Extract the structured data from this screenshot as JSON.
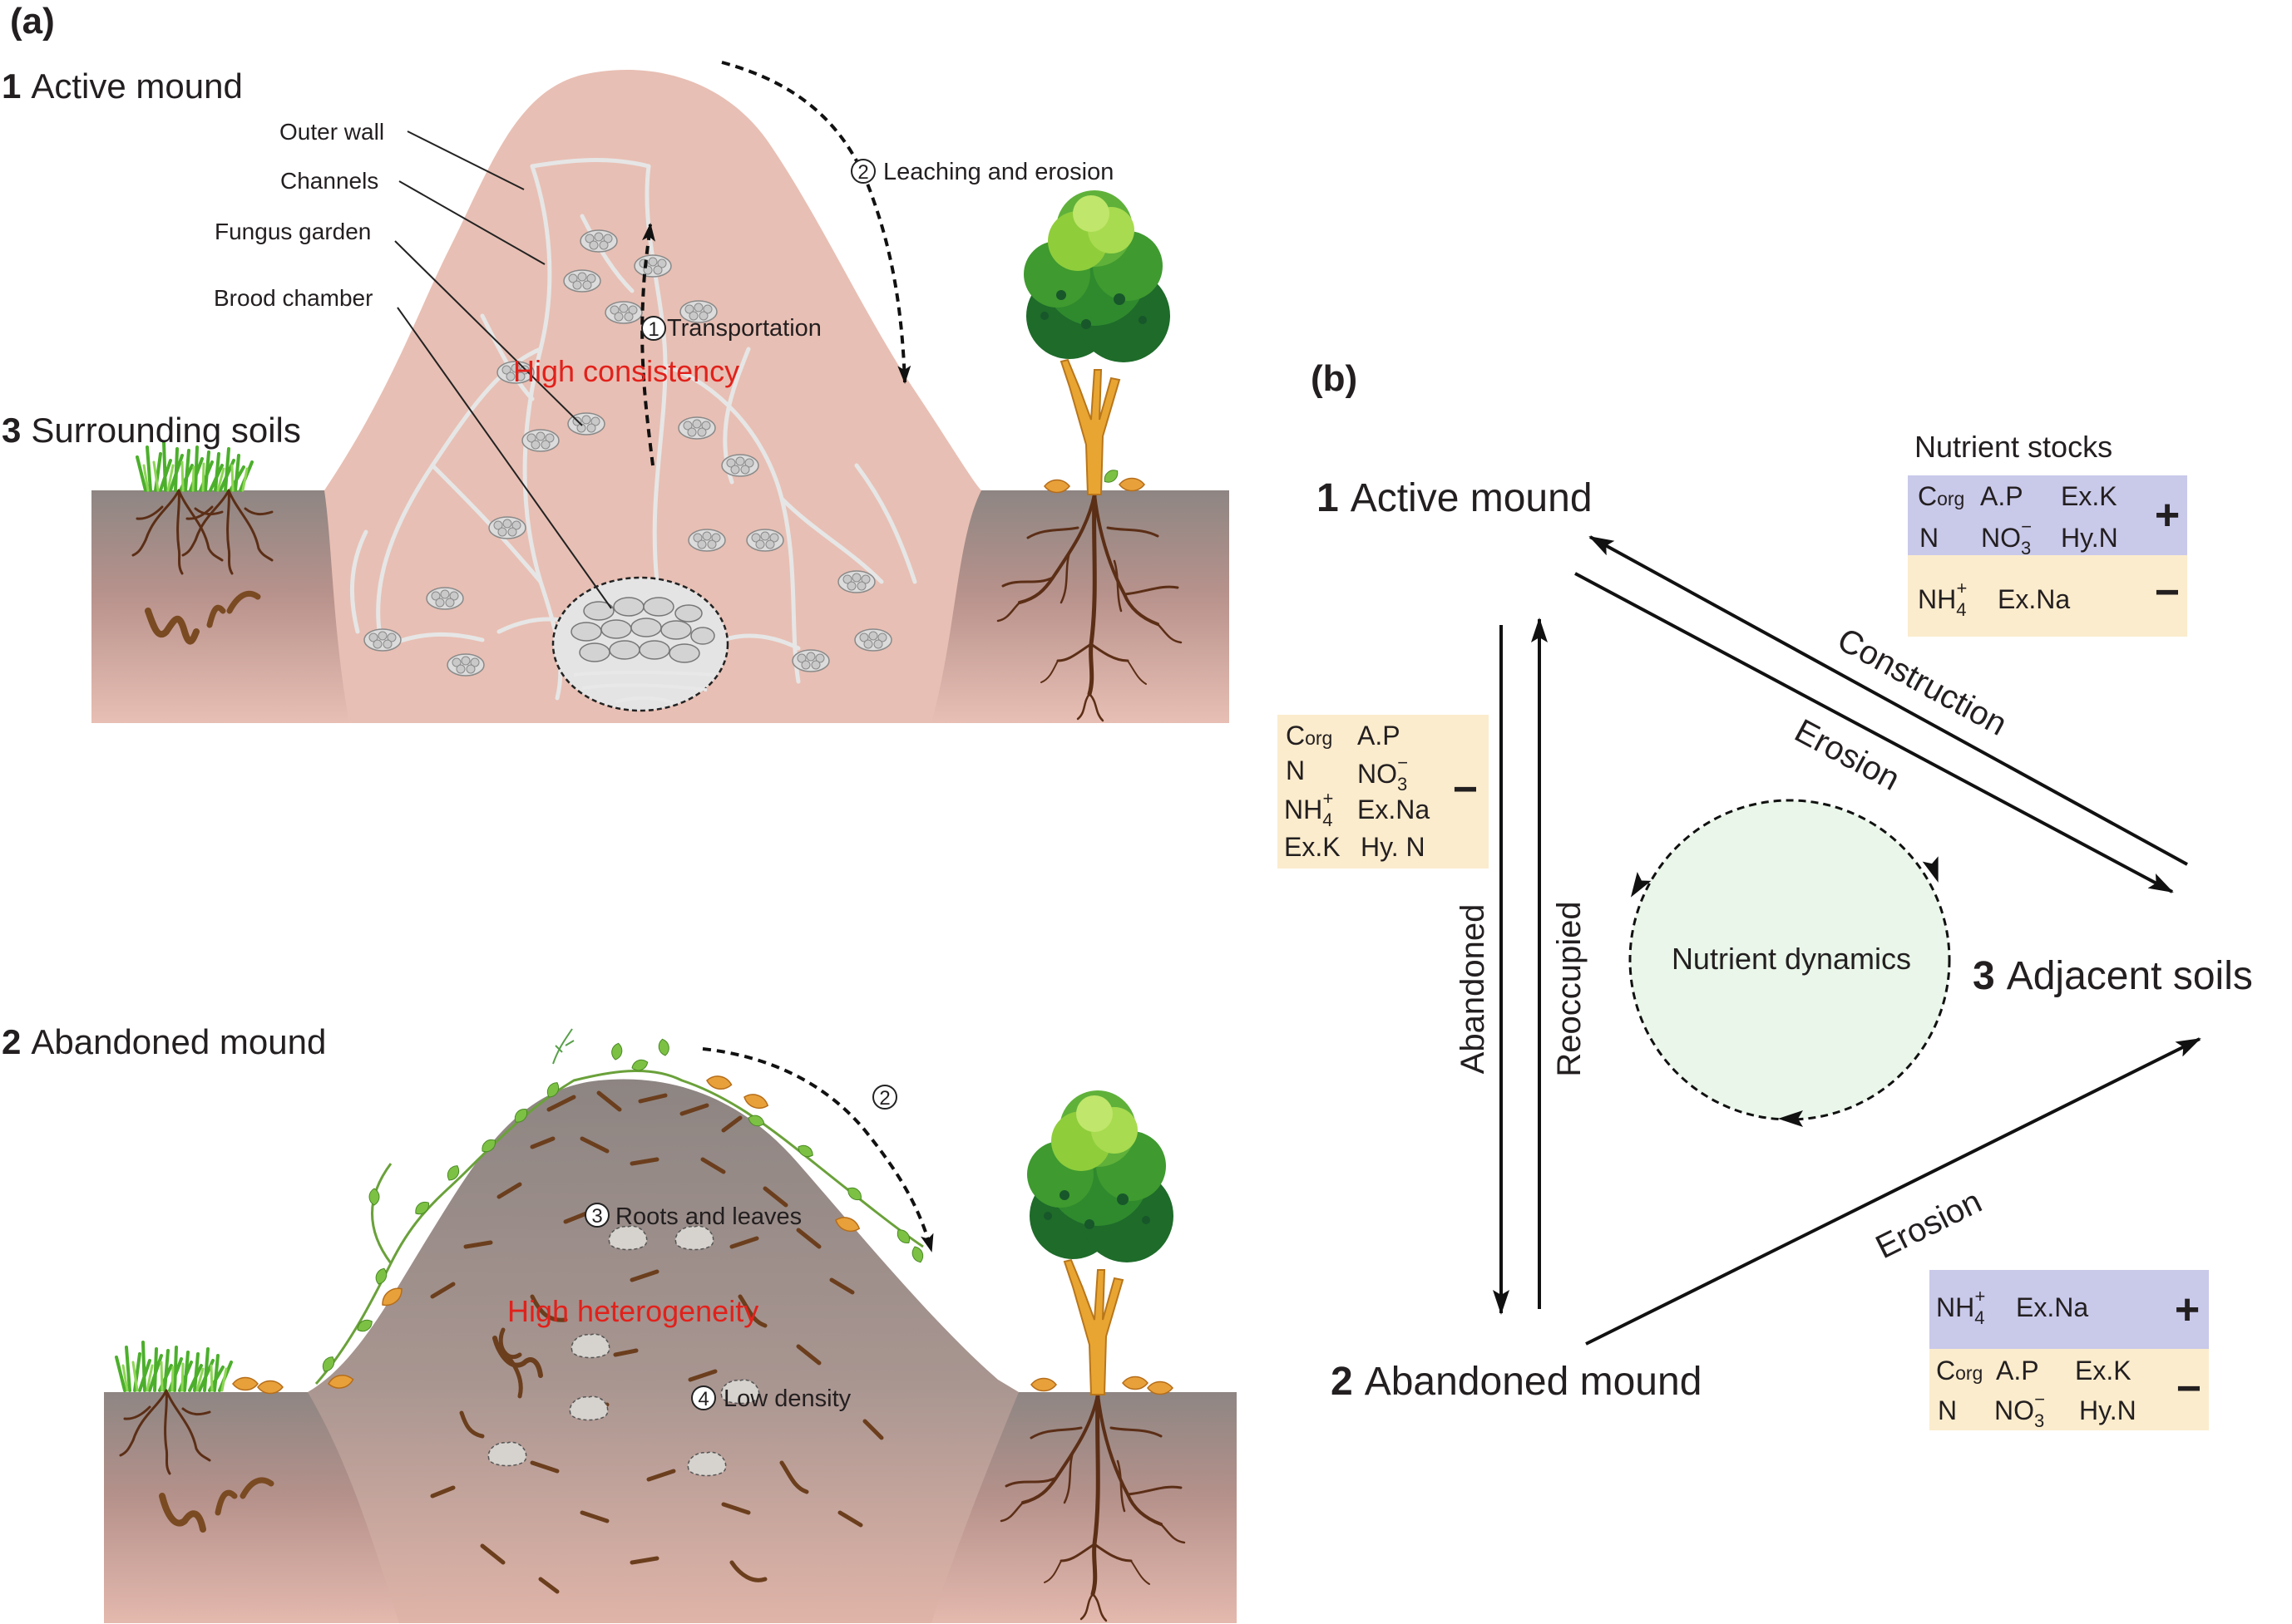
{
  "panel_a": {
    "tag": "(a)",
    "active": {
      "num": "1",
      "title": "Active  mound",
      "callouts": {
        "outer_wall": "Outer wall",
        "channels": "Channels",
        "fungus_garden": "Fungus garden",
        "brood_chamber": "Brood chamber"
      },
      "transport_num": "1",
      "transport": "Transportation",
      "leach_num": "2",
      "leach": "Leaching and erosion",
      "center": "High consistency"
    },
    "surrounding": {
      "num": "3",
      "title": "Surrounding soils"
    },
    "abandoned": {
      "num": "2",
      "title": "Abandoned mound",
      "erosion_num": "2",
      "roots_num": "3",
      "roots": "Roots and leaves",
      "center": "High heterogeneity",
      "density_num": "4",
      "density": "Low density"
    }
  },
  "panel_b": {
    "tag": "(b)",
    "nodes": {
      "active": {
        "num": "1",
        "label": "Active  mound"
      },
      "adjacent": {
        "num": "3",
        "label": "Adjacent soils"
      },
      "abandoned": {
        "num": "2",
        "label": "Abandoned mound"
      }
    },
    "edges": {
      "construction": "Construction",
      "erosion_top": "Erosion",
      "erosion_bottom": "Erosion",
      "abandoned": "Abandoned",
      "reoccupied": "Reoccupied"
    },
    "center": "Nutrient dynamics",
    "stocks_title": "Nutrient stocks",
    "box_top": {
      "plus_row1": [
        "C",
        "org",
        "A.P",
        "Ex.K"
      ],
      "plus_row2": [
        "N",
        "NO",
        "3",
        "−",
        "Hy.N"
      ],
      "plus_sign": "+",
      "minus_row": [
        "NH",
        "4",
        "+",
        "Ex.Na"
      ],
      "minus_sign": "−"
    },
    "box_left": {
      "row1": [
        "C",
        "org",
        "A.P"
      ],
      "row2": [
        "N",
        "NO",
        "3",
        "−"
      ],
      "row3": [
        "NH",
        "4",
        "+",
        "Ex.Na"
      ],
      "row4": [
        "Ex.K",
        "Hy. N"
      ],
      "sign": "−"
    },
    "box_bottom": {
      "plus_row": [
        "NH",
        "4",
        "+",
        "Ex.Na"
      ],
      "plus_sign": "+",
      "minus_row1": [
        "C",
        "org",
        "A.P",
        "Ex.K"
      ],
      "minus_row2": [
        "N",
        "NO",
        "3",
        "−",
        "Hy.N"
      ],
      "minus_sign": "−"
    },
    "colors": {
      "plus_box": "#c9c9ea",
      "minus_box": "#fbeccd",
      "circle_fill": "#e9f6e9"
    }
  }
}
